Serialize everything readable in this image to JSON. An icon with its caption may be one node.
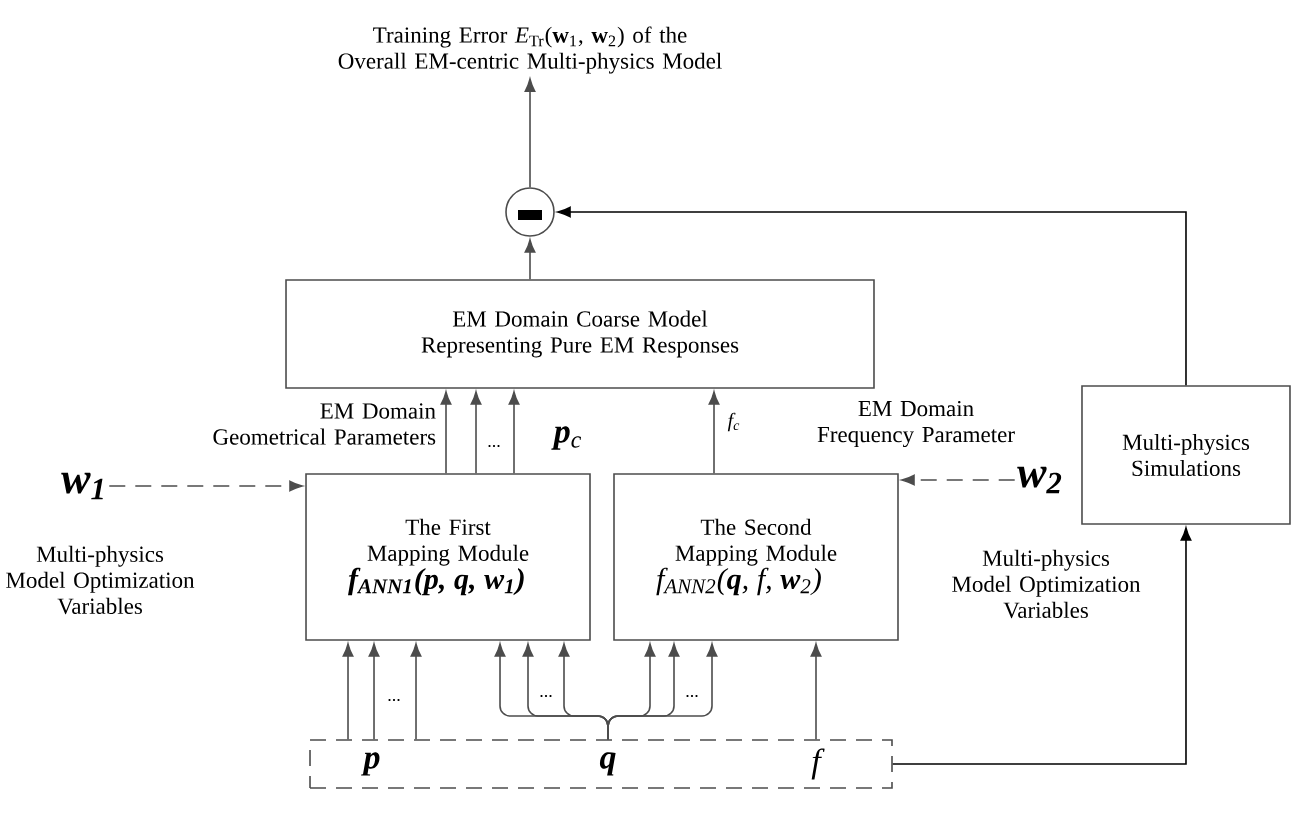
{
  "diagram": {
    "nodes": [
      {
        "text": [
          "EM Domain Coarse Model Representing Pure EM Responses"
        ]
      },
      {
        "text": [
          "The First Mapping Module",
          "**f**$_{ANN1}$(**p**, **q**, **w**$_{1}$)"
        ]
      },
      {
        "text": [
          "The Second Mapping Module",
          "f$_{ANN2}$(**q**, f, **w**$_{2}$)"
        ]
      },
      {
        "text": [
          "Multi-physics Simulations"
        ]
      },
      {
        "text": [],
        "shape": "circle"
      },
      {
        "text": [
          "**p**",
          "**q**",
          "f"
        ]
      },
      {
        "text": [
          "**w**$_{1}$"
        ],
        "beside": [
          "Multi-physics Model Optimization Variables"
        ]
      },
      {
        "text": [
          "**w**$_{2}$"
        ],
        "beside": [
          "Multi-physics Model Optimization Variables"
        ]
      },
      {
        "text": [
          "Training Error *E*$_{Tr}$(**w**$_{1}$, **w**$_{2}$) of the Overall EM-centric Multi-physics Model"
        ]
      }
    ],
    "edges": [
      {
        "from": 5,
        "to": 1,
        "arrow": "to"
      },
      {
        "from": 5,
        "to": 1,
        "arrow": "to"
      },
      {
        "from": 5,
        "to": 1,
        "arrow": "to"
      },
      {
        "from": 5,
        "to": 1,
        "arrow": "to"
      },
      {
        "from": 5,
        "to": 1,
        "arrow": "to"
      },
      {
        "from": 5,
        "to": 1,
        "arrow": "to"
      },
      {
        "from": 5,
        "to": 2,
        "arrow": "to"
      },
      {
        "from": 5,
        "to": 2,
        "arrow": "to"
      },
      {
        "from": 5,
        "to": 2,
        "arrow": "to"
      },
      {
        "from": 5,
        "to": 2,
        "arrow": "to"
      },
      {
        "from": 1,
        "to": 0,
        "arrow": "to"
      },
      {
        "from": 1,
        "to": 0,
        "arrow": "to"
      },
      {
        "from": 1,
        "to": 0,
        "arrow": "to",
        "label": "**p**$_{c}$"
      },
      {
        "from": 2,
        "to": 0,
        "arrow": "to",
        "label": "f$_{c}$"
      },
      {
        "from": 0,
        "to": 4,
        "arrow": "to"
      },
      {
        "from": 4,
        "to": 8,
        "arrow": "to"
      },
      {
        "from": 3,
        "to": 4,
        "arrow": "to",
        "color": "#000000"
      },
      {
        "from": 5,
        "to": 3,
        "arrow": "to",
        "color": "#000000"
      },
      {
        "from": 6,
        "to": 1,
        "arrow": "to",
        "style": "dashed"
      },
      {
        "from": 7,
        "to": 2,
        "arrow": "to",
        "style": "dashed"
      }
    ],
    "labels": [
      "EM Domain Geometrical Parameters",
      "EM Domain Frequency Parameter",
      "...",
      "...",
      "...",
      "..."
    ]
  }
}
